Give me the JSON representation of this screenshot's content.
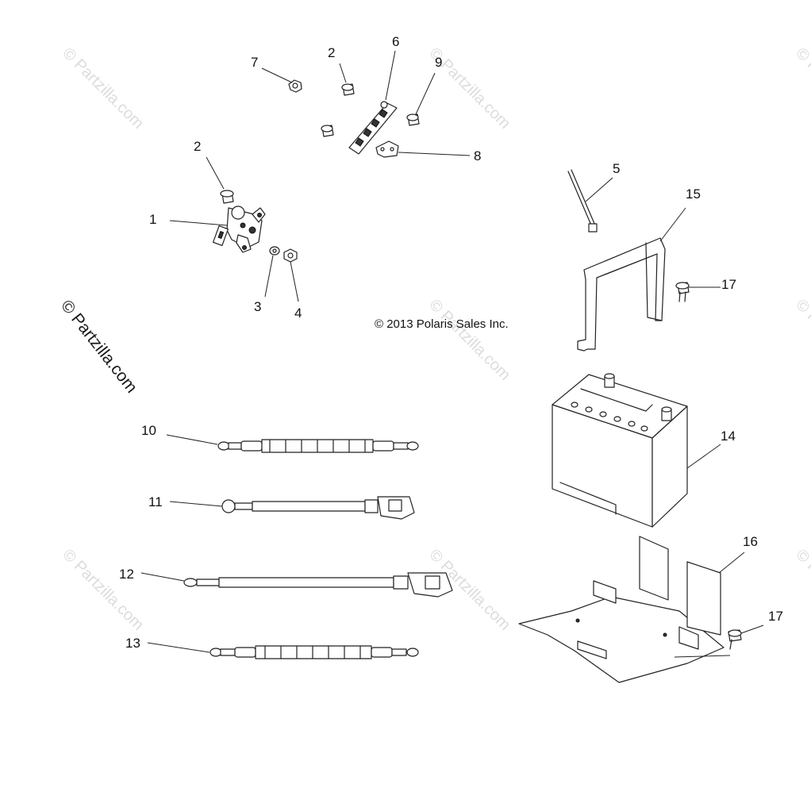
{
  "copyright": "© 2013 Polaris Sales Inc.",
  "watermark": {
    "text": "© Partzilla.com",
    "text_plain": "Partzilla.com"
  },
  "callouts": {
    "c1": "1",
    "c2a": "2",
    "c2b": "2",
    "c3": "3",
    "c4": "4",
    "c5": "5",
    "c6": "6",
    "c7": "7",
    "c8": "8",
    "c9": "9",
    "c10": "10",
    "c11": "11",
    "c12": "12",
    "c13": "13",
    "c14": "14",
    "c15": "15",
    "c16": "16",
    "c17a": "17",
    "c17b": "17"
  }
}
